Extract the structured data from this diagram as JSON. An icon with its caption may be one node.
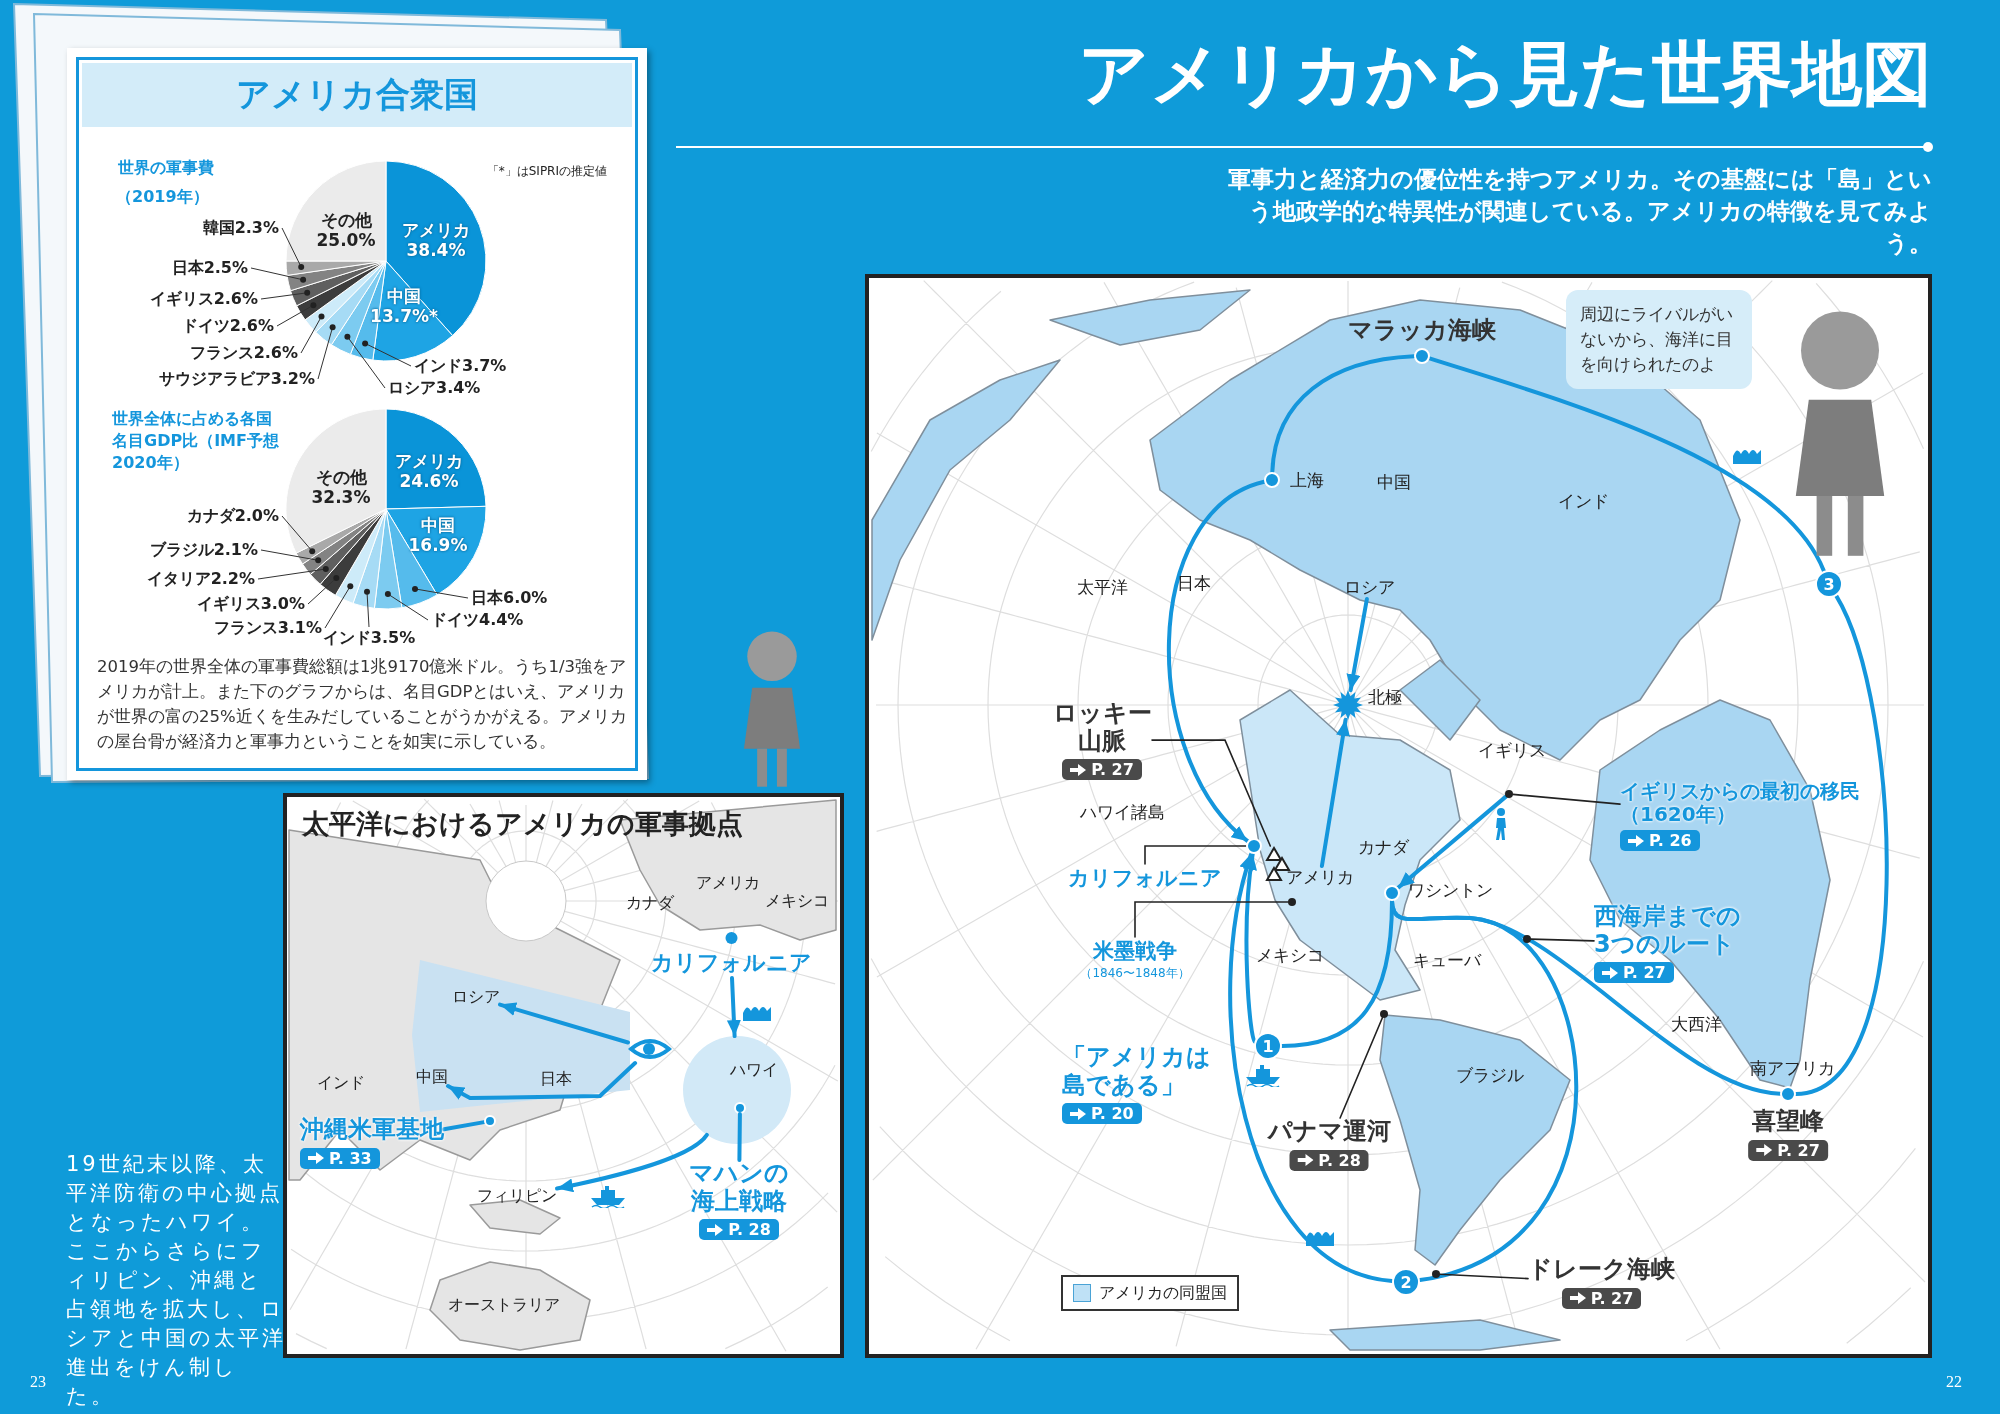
{
  "diagram": {
    "title": "アメリカから見た世界地図",
    "nodes": [
      {
        "text": [
          "アメリカ合衆国",
          "2019年の世界全体の軍事費総額は1兆9170億米ドル。うち1/3強をアメリカが計上。また下のグラフからは、名目GDPとはいえ、アメリカが世界の富の25%近くを生みだしていることがうかがえる。アメリカの屋台骨が経済力と軍事力ということを如実に示している。"
        ]
      },
      {
        "text": [
          "太平洋におけるアメリカの軍事拠点"
        ]
      },
      {
        "text": [
          "カリフォルニア"
        ],
        "in": 1
      },
      {
        "text": [
          "ハワイ"
        ],
        "in": 1
      },
      {
        "text": [
          "沖縄米軍基地",
          "P. 33"
        ],
        "in": 1
      },
      {
        "text": [],
        "shape": "circle",
        "in": 1
      },
      {
        "text": [
          "マハンの海上戦略",
          "P. 28"
        ],
        "in": 1
      },
      {
        "text": [],
        "shape": "circle",
        "in": 3
      },
      {
        "text": [],
        "shape": "picture",
        "in": 1
      },
      {
        "text": [],
        "shape": "circle",
        "beside": [
          "マラッカ海峡"
        ]
      },
      {
        "text": [],
        "shape": "circle",
        "beside": [
          "上海"
        ]
      },
      {
        "text": [],
        "shape": "circle"
      },
      {
        "text": [
          "カリフォルニア"
        ]
      },
      {
        "text": [],
        "shape": "circle",
        "beside": [
          "ワシントン"
        ]
      },
      {
        "text": [],
        "shape": "circle"
      },
      {
        "text": [
          "1"
        ]
      },
      {
        "text": [
          "2"
        ]
      },
      {
        "text": [
          "3"
        ]
      },
      {
        "text": [],
        "shape": "star",
        "beside": [
          "北極"
        ]
      },
      {
        "text": [
          "ロシア"
        ]
      },
      {
        "text": [
          "アメリカ"
        ]
      },
      {
        "text": [],
        "shape": "circle"
      },
      {
        "text": [
          "イギリスからの最初の移民（1620年）",
          "P. 26"
        ]
      },
      {
        "text": [
          "ロッキー山脈",
          "P. 27"
        ]
      },
      {
        "text": [],
        "shape": "picture"
      },
      {
        "text": [
          "米墨戦争",
          "（1846〜1848年）"
        ]
      },
      {
        "text": [],
        "shape": "circle"
      },
      {
        "text": [
          "西海岸までの3つのルート",
          "P. 27"
        ]
      },
      {
        "text": [],
        "shape": "circle"
      },
      {
        "text": [
          "パナマ運河",
          "P. 28"
        ]
      },
      {
        "text": [],
        "shape": "circle"
      },
      {
        "text": [
          "ドレーク海峡",
          "P. 27"
        ]
      },
      {
        "text": [],
        "shape": "circle"
      },
      {
        "text": [
          "周辺にライバルがいないから、海洋に目を向けられたのよ"
        ]
      },
      {
        "text": [
          "ロシア"
        ],
        "in": 1
      },
      {
        "text": [
          "中国"
        ],
        "in": 1
      },
      {
        "text": [
          "フィリピン"
        ],
        "in": 1
      },
      {
        "text": [
          "喜望峰",
          "P. 27"
        ]
      },
      {
        "text": [
          "「アメリカは島である」",
          "P. 20"
        ]
      }
    ],
    "edges": [
      {
        "from": 2,
        "to": 3,
        "arrow": "to"
      },
      {
        "from": 8,
        "to": 34,
        "arrow": "to"
      },
      {
        "from": 8,
        "to": 35,
        "arrow": "to"
      },
      {
        "from": 3,
        "to": 36,
        "arrow": "to"
      },
      {
        "from": 4,
        "to": 5,
        "arrow": "none"
      },
      {
        "from": 6,
        "to": 7,
        "arrow": "none"
      },
      {
        "from": 9,
        "to": 10,
        "arrow": "none"
      },
      {
        "from": 10,
        "to": 11,
        "arrow": "to"
      },
      {
        "from": 13,
        "to": 15,
        "arrow": "none"
      },
      {
        "from": 15,
        "to": 11,
        "arrow": "to"
      },
      {
        "from": 13,
        "to": 16,
        "arrow": "none"
      },
      {
        "from": 16,
        "to": 11,
        "arrow": "to"
      },
      {
        "from": 13,
        "to": 14,
        "arrow": "none"
      },
      {
        "from": 14,
        "to": 17,
        "arrow": "none"
      },
      {
        "from": 17,
        "to": 9,
        "arrow": "none"
      },
      {
        "from": 19,
        "to": 18,
        "arrow": "to"
      },
      {
        "from": 20,
        "to": 18,
        "arrow": "to"
      },
      {
        "from": 21,
        "to": 13,
        "arrow": "to"
      },
      {
        "from": 12,
        "to": 11,
        "arrow": "none",
        "color": "#222222"
      },
      {
        "from": 23,
        "to": 24,
        "arrow": "none",
        "color": "#222222"
      },
      {
        "from": 22,
        "to": 21,
        "arrow": "none",
        "color": "#222222"
      },
      {
        "from": 25,
        "to": 26,
        "arrow": "none",
        "color": "#222222"
      },
      {
        "from": 27,
        "to": 28,
        "arrow": "none",
        "color": "#222222"
      },
      {
        "from": 29,
        "to": 30,
        "arrow": "none",
        "color": "#222222"
      },
      {
        "from": 31,
        "to": 32,
        "arrow": "none",
        "color": "#222222"
      }
    ],
    "labels": [
      "軍事力と経済力の優位性を持つアメリカ。その基盤には「島」という地政学的な特異性が関連している。アメリカの特徴を見てみよう。",
      "世界の軍事費",
      "（2019年）",
      "「*」はSIPRIの推定値",
      "韓国2.3%",
      "その他25.0%",
      "アメリカ38.4%",
      "日本2.5%",
      "イギリス2.6%",
      "ドイツ2.6%",
      "中国13.7%*",
      "フランス2.6%",
      "インド3.7%",
      "サウジアラビア3.2%",
      "ロシア3.4%",
      "世界全体に占める各国名目GDP比（IMF予想2020年）",
      "その他32.3%",
      "アメリカ24.6%",
      "カナダ2.0%",
      "中国16.9%",
      "ブラジル2.1%",
      "イタリア2.2%",
      "イギリス3.0%",
      "日本6.0%",
      "フランス3.1%",
      "インド3.5%",
      "ドイツ4.4%",
      "アメリカ",
      "カナダ",
      "メキシコ",
      "インド",
      "日本",
      "オーストラリア",
      "19世紀末以降、太平洋防衛の中心拠点となったハワイ。ここからさらにフィリピン、沖縄と占領地を拡大し、ロシアと中国の太平洋進出をけん制した。",
      "中国",
      "インド",
      "太平洋",
      "日本",
      "イギリス",
      "ハワイ諸島",
      "カナダ",
      "メキシコ",
      "キューバ",
      "ブラジル",
      "大西洋",
      "南アフリカ",
      "23",
      "22"
    ],
    "legend": [
      {
        "text": "アメリカの同盟国",
        "color": "#bfe1f6"
      }
    ]
  }
}
